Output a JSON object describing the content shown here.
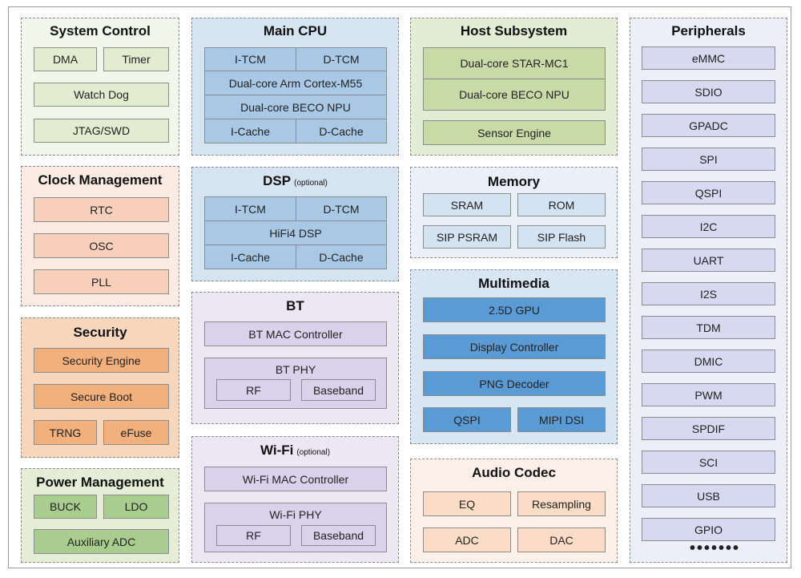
{
  "system_control": {
    "title": "System Control",
    "dma": "DMA",
    "timer": "Timer",
    "watchdog": "Watch Dog",
    "jtag": "JTAG/SWD"
  },
  "clock_management": {
    "title": "Clock Management",
    "rtc": "RTC",
    "osc": "OSC",
    "pll": "PLL"
  },
  "security": {
    "title": "Security",
    "engine": "Security Engine",
    "boot": "Secure Boot",
    "trng": "TRNG",
    "efuse": "eFuse"
  },
  "power_management": {
    "title": "Power Management",
    "buck": "BUCK",
    "ldo": "LDO",
    "aux_adc": "Auxiliary ADC"
  },
  "main_cpu": {
    "title": "Main CPU",
    "itcm": "I-TCM",
    "dtcm": "D-TCM",
    "core": "Dual-core Arm Cortex-M55",
    "npu": "Dual-core BECO NPU",
    "icache": "I-Cache",
    "dcache": "D-Cache"
  },
  "dsp": {
    "title": "DSP",
    "optional": "(optional)",
    "itcm": "I-TCM",
    "dtcm": "D-TCM",
    "core": "HiFi4 DSP",
    "icache": "I-Cache",
    "dcache": "D-Cache"
  },
  "bt": {
    "title": "BT",
    "mac": "BT MAC Controller",
    "phy": "BT PHY",
    "rf": "RF",
    "baseband": "Baseband"
  },
  "wifi": {
    "title": "Wi-Fi",
    "optional": "(optional)",
    "mac": "Wi-Fi MAC Controller",
    "phy": "Wi-Fi PHY",
    "rf": "RF",
    "baseband": "Baseband"
  },
  "host": {
    "title": "Host Subsystem",
    "core": "Dual-core STAR-MC1",
    "npu": "Dual-core BECO NPU",
    "sensor": "Sensor Engine"
  },
  "memory": {
    "title": "Memory",
    "sram": "SRAM",
    "rom": "ROM",
    "psram": "SIP PSRAM",
    "flash": "SIP Flash"
  },
  "multimedia": {
    "title": "Multimedia",
    "gpu": "2.5D GPU",
    "display": "Display Controller",
    "png": "PNG Decoder",
    "qspi": "QSPI",
    "mipi": "MIPI DSI"
  },
  "audio": {
    "title": "Audio Codec",
    "eq": "EQ",
    "resampling": "Resampling",
    "adc": "ADC",
    "dac": "DAC"
  },
  "peripherals": {
    "title": "Peripherals",
    "items": [
      "eMMC",
      "SDIO",
      "GPADC",
      "SPI",
      "QSPI",
      "I2C",
      "UART",
      "I2S",
      "TDM",
      "DMIC",
      "PWM",
      "SPDIF",
      "SCI",
      "USB",
      "GPIO"
    ],
    "more": "•••••••"
  }
}
